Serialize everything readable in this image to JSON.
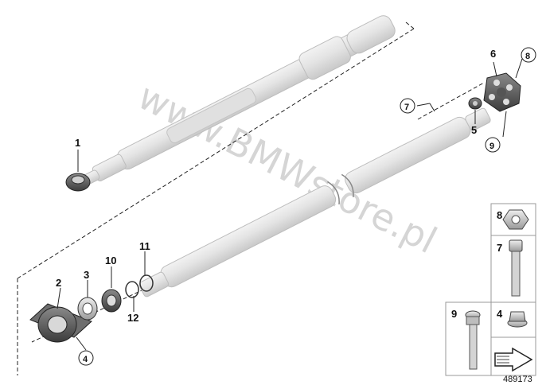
{
  "watermark": "www.BMWstore.pl",
  "diagram_number": "489173",
  "callouts": {
    "c1": "1",
    "c2": "2",
    "c3": "3",
    "c4": "4",
    "c5": "5",
    "c6": "6",
    "c7": "7",
    "c8": "8",
    "c9": "9",
    "c10": "10",
    "c11": "11",
    "c12": "12"
  },
  "legend": {
    "nut_8": "8",
    "bolt_7": "7",
    "collar_bolt_9": "9",
    "flange_nut_4": "4"
  }
}
